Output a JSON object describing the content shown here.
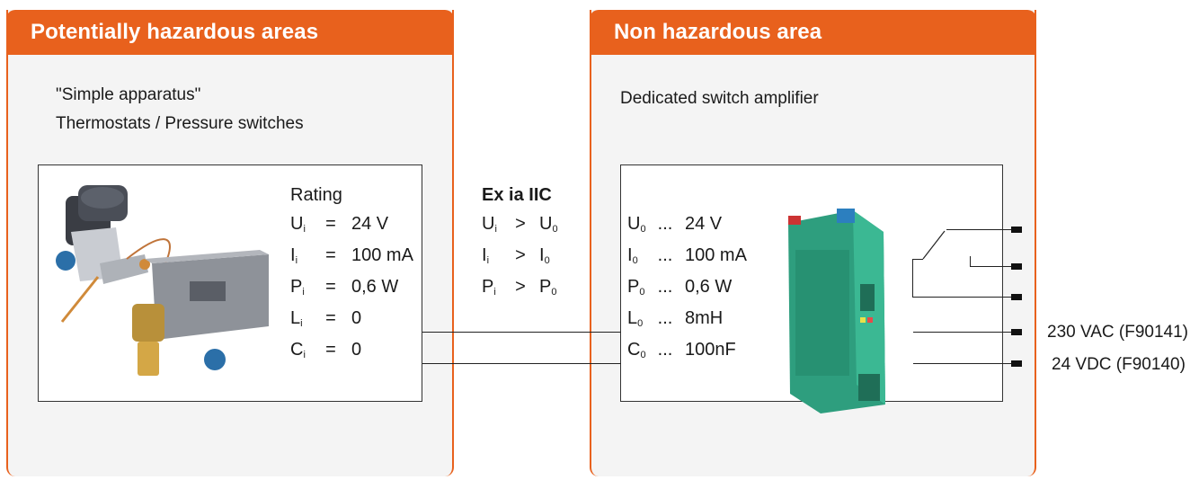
{
  "left_panel": {
    "title": "Potentially hazardous areas",
    "subtitle_line1": "\"Simple apparatus\"",
    "subtitle_line2": "Thermostats / Pressure switches",
    "rating_label": "Rating",
    "ratings": [
      {
        "sym": "U",
        "sub": "i",
        "op": "=",
        "val": "24 V"
      },
      {
        "sym": "I",
        "sub": "i",
        "op": "=",
        "val": "100 mA"
      },
      {
        "sym": "P",
        "sub": "i",
        "op": "=",
        "val": "0,6 W"
      },
      {
        "sym": "L",
        "sub": "i",
        "op": "=",
        "val": "0"
      },
      {
        "sym": "C",
        "sub": "i",
        "op": "=",
        "val": "0"
      }
    ]
  },
  "middle": {
    "title": "Ex ia IIC",
    "conditions": [
      {
        "a": "U",
        "asub": "i",
        "op": ">",
        "b": "U",
        "bsub": "0"
      },
      {
        "a": "I",
        "asub": "i",
        "op": ">",
        "b": "I",
        "bsub": "0"
      },
      {
        "a": "P",
        "asub": "i",
        "op": ">",
        "b": "P",
        "bsub": "0"
      }
    ]
  },
  "right_panel": {
    "title": "Non hazardous area",
    "subtitle": "Dedicated switch amplifier",
    "outputs": [
      {
        "sym": "U",
        "sub": "0",
        "op": "...",
        "val": "24 V"
      },
      {
        "sym": "I",
        "sub": "0",
        "op": "...",
        "val": "100 mA"
      },
      {
        "sym": "P",
        "sub": "0",
        "op": "...",
        "val": "0,6 W"
      },
      {
        "sym": "L",
        "sub": "0",
        "op": "...",
        "val": "8mH"
      },
      {
        "sym": "C",
        "sub": "0",
        "op": "...",
        "val": "100nF"
      }
    ]
  },
  "supply": {
    "line1": "230 VAC (F90141)",
    "line2": "24 VDC (F90140)"
  },
  "colors": {
    "accent": "#e8611d",
    "panel_bg": "#f4f4f4",
    "device_green": "#2e9e7e"
  }
}
